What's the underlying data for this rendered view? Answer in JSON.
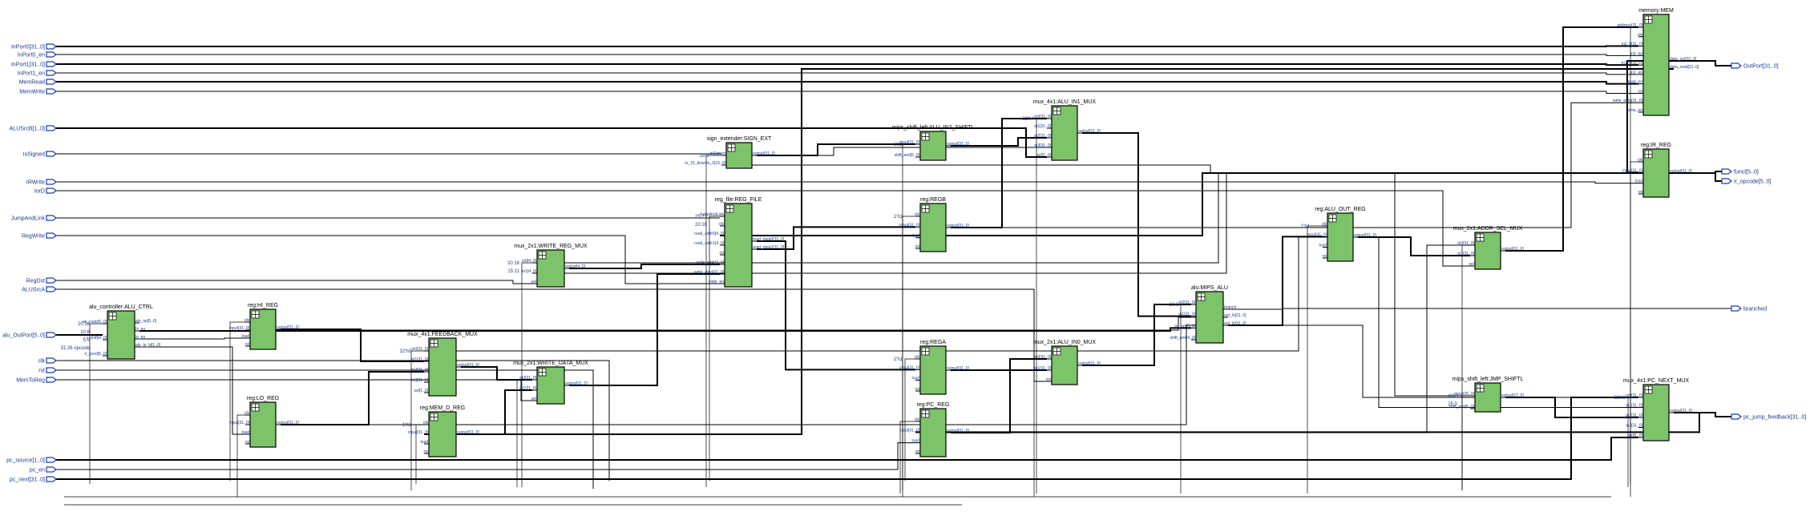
{
  "colors": {
    "block_fill": "#7cc36a",
    "port_stroke": "#1a3ab8",
    "wire": "#000000",
    "label": "#1a3a8a"
  },
  "inputs": [
    "InPort0[31..0]",
    "InPort0_en",
    "InPort1[31..0]",
    "InPort1_en",
    "MemRead",
    "MemWrite",
    "ALUSrcB[1..0]",
    "IsSigned",
    "IRWrite",
    "IorD",
    "JumpAndLink",
    "RegWrite",
    "RegDst",
    "ALUSrcA",
    "alu_OutPort[5..0]",
    "clk",
    "rst",
    "MemToReg",
    "pc_source[1..0]",
    "pc_en",
    "pc_next[31..0]"
  ],
  "outputs": [
    "OutPort[31..0]",
    "funct[5..0]",
    "ir_opcode[5..0]",
    "branched",
    "pc_jump_feedback[31..0]"
  ],
  "blocks": {
    "memory": {
      "title": "memory:MEM",
      "pins": [
        "address[31..0]",
        "clk",
        "in0_0[31..0]",
        "in0_en",
        "in1_0[31..0]",
        "in1_en",
        "read_en",
        "rst",
        "write_data[31..0]",
        "write_en",
        "data_out[31..0]",
        "data_read[31..0]"
      ]
    },
    "alu_in1_mux": {
      "title": "mux_4x1:ALU_IN1_MUX",
      "pins": [
        "in0[31..0]",
        "in1[31..0]",
        "in2[31..0]",
        "in3[31..0]",
        "sel[1..0]",
        "output[31..0]"
      ],
      "const": "32'h4"
    },
    "shift_in2": {
      "title": "mips_shift_left:ALU_IN2_SHIFTL",
      "pins": [
        "input[31..0]",
        "shift_amt[5..0]",
        "output[31..0]"
      ],
      "const": "6'h2"
    },
    "sign_ext": {
      "title": "sign_extender:SIGN_EXT",
      "pins": [
        "IsSigned",
        "in_15_downto_0[15..0]",
        "output[31..0]"
      ],
      "const": "15:0"
    },
    "ir_reg": {
      "title": "reg:IR_REG",
      "pins": [
        "clk",
        "input[31..0]",
        "load",
        "rst",
        "output[31..0]"
      ]
    },
    "reg_file": {
      "title": "reg_file:REG_FILE",
      "pins": [
        "JumpAndLink",
        "clk",
        "read_addr0[4..0]",
        "read_addr1[4..0]",
        "rst",
        "write_addr[4..0]",
        "write_data[31..0]",
        "write_en",
        "read_data0[31..0]",
        "read_data1[31..0]"
      ],
      "consts": [
        "25:21",
        "20:16"
      ]
    },
    "regb": {
      "title": "reg:REGB",
      "pins": [
        "clk",
        "input[31..0]",
        "load",
        "rst",
        "output[31..0]"
      ],
      "const": "1'h1"
    },
    "alu_out_reg": {
      "title": "reg:ALU_OUT_REG",
      "pins": [
        "clk",
        "input[31..0]",
        "load",
        "rst",
        "output[31..0]"
      ],
      "const": "1'h1"
    },
    "addr_sel_mux": {
      "title": "mux_2x1:ADDR_SEL_MUX",
      "pins": [
        "in0[31..0]",
        "in1[31..0]",
        "sel",
        "output[31..0]"
      ]
    },
    "write_reg_mux": {
      "title": "mux_2x1:WRITE_REG_MUX",
      "pins": [
        "in0[4..0]",
        "in1[4..0]",
        "sel",
        "output[4..0]"
      ],
      "consts": [
        "20:16",
        "15:11"
      ]
    },
    "alu_ctrl": {
      "title": "alu_controller:ALU_CTRL",
      "pins": [
        "op_code[5..0]",
        "alu_op[5..0]",
        "r_shift[4..0]",
        "ir_funct[5..0]",
        "hi_en",
        "lo_en",
        "alu_lo_hi[1..0]"
      ],
      "consts": [
        "20:16",
        "10:6",
        "5:0",
        "31:26 opcode"
      ]
    },
    "hi_reg": {
      "title": "reg:HI_REG",
      "pins": [
        "clk",
        "input[31..0]",
        "load",
        "rst",
        "output[31..0]"
      ]
    },
    "lo_reg": {
      "title": "reg:LO_REG",
      "pins": [
        "clk",
        "input[31..0]",
        "load",
        "rst",
        "output[31..0]"
      ]
    },
    "mips_alu": {
      "title": "alu:MIPS_ALU",
      "pins": [
        "in0[31..0]",
        "in1[31..0]",
        "op_sel[5..0]",
        "shift_amt[4..0]",
        "branch",
        "out_hi[31..0]",
        "out_lo[31..0]"
      ],
      "const": "10:6"
    },
    "feedback_mux": {
      "title": "mux_4x1:FEEDBACK_MUX",
      "pins": [
        "in0[31..0]",
        "in1[31..0]",
        "in2[31..0]",
        "in3[31..0]",
        "sel[1..0]",
        "output[31..0]"
      ],
      "const": "32'h0"
    },
    "write_data_mux": {
      "title": "mux_2x1:WRITE_DATA_MUX",
      "pins": [
        "in0[31..0]",
        "in1[31..0]",
        "sel",
        "output[31..0]"
      ]
    },
    "mem_d_reg": {
      "title": "reg:MEM_D_REG",
      "pins": [
        "clk",
        "input[31..0]",
        "load",
        "rst",
        "output[31..0]"
      ],
      "const": "1'h1"
    },
    "rega": {
      "title": "reg:REGA",
      "pins": [
        "clk",
        "input[31..0]",
        "load",
        "rst",
        "output[31..0]"
      ],
      "const": "1'h1"
    },
    "alu_in0_mux": {
      "title": "mux_2x1:ALU_IN0_MUX",
      "pins": [
        "in0[31..0]",
        "in1[31..0]",
        "sel",
        "output[31..0]"
      ]
    },
    "pc_reg": {
      "title": "reg:PC_REG",
      "pins": [
        "clk",
        "input[31..0]",
        "load",
        "rst",
        "output[31..0]"
      ]
    },
    "shift_jmp": {
      "title": "mips_shift_left:JMP_SHIFTL",
      "pins": [
        "input[25..0]",
        "shift_amt[5..0]",
        "output[27..0]"
      ],
      "consts": [
        "6'h2",
        "25:0"
      ]
    },
    "pc_next_mux": {
      "title": "mux_4x1:PC_NEXT_MUX",
      "pins": [
        "in0[31..0]",
        "in1[31..0]",
        "in2[31..0]",
        "in3[31..0]",
        "sel[1..0]",
        "output[31..0]"
      ],
      "const": "32'h0"
    }
  }
}
